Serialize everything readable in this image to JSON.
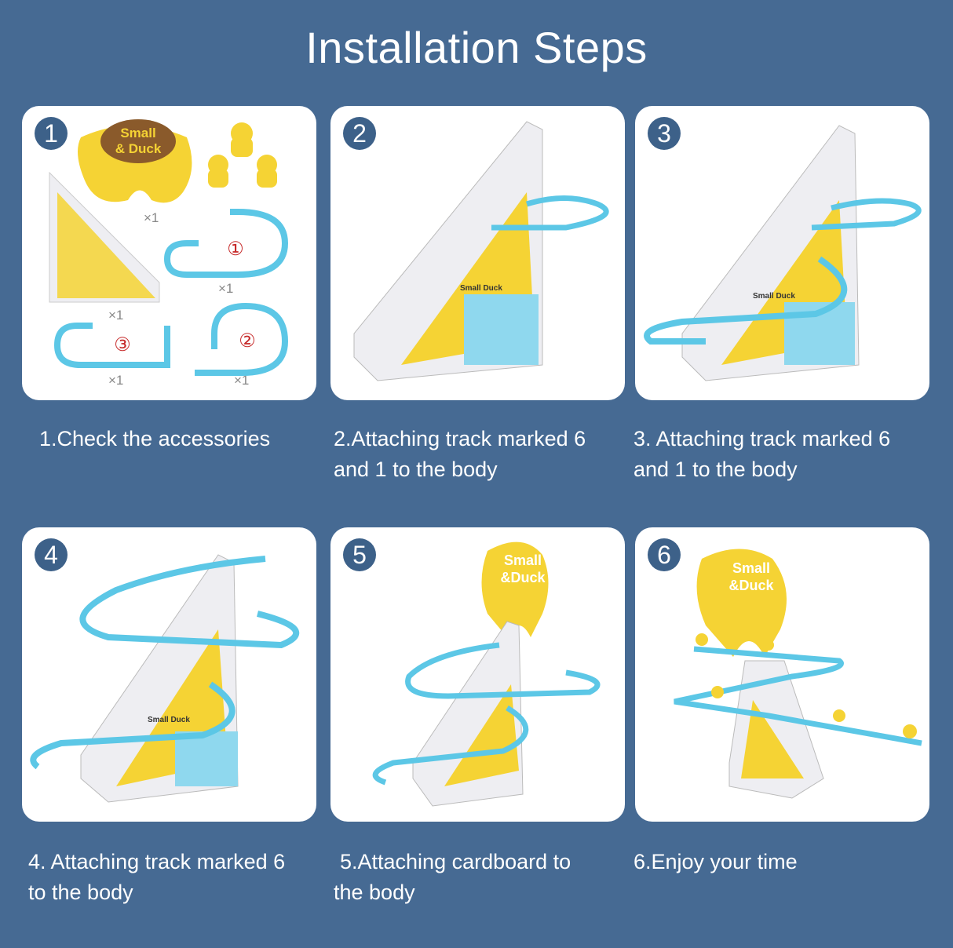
{
  "title": "Installation Steps",
  "colors": {
    "background": "#466a93",
    "badge": "#3d6189",
    "track": "#5cc7e6",
    "duck": "#f5d334",
    "sign": "#8a5a2b"
  },
  "steps": [
    {
      "number": "1",
      "caption_line1": "1.Check the accessories",
      "caption_line2": "",
      "sign_text": "Small & Duck",
      "qty": "×1",
      "parts": [
        "①",
        "②",
        "③"
      ]
    },
    {
      "number": "2",
      "caption_line1": "2.Attaching track marked 6",
      "caption_line2": "and 1 to the body",
      "body_label": "Small Duck"
    },
    {
      "number": "3",
      "caption_line1": "3. Attaching track marked 6",
      "caption_line2": "and 1 to the body",
      "body_label": "Small Duck"
    },
    {
      "number": "4",
      "caption_line1": "4. Attaching track marked 6",
      "caption_line2": "to the body",
      "body_label": "Small Duck"
    },
    {
      "number": "5",
      "caption_line1": "5.Attaching cardboard to",
      "caption_line2": "the body",
      "sign_text": "Small & Duck"
    },
    {
      "number": "6",
      "caption_line1": "6.Enjoy your time",
      "caption_line2": "",
      "sign_text": "Small & Duck"
    }
  ]
}
